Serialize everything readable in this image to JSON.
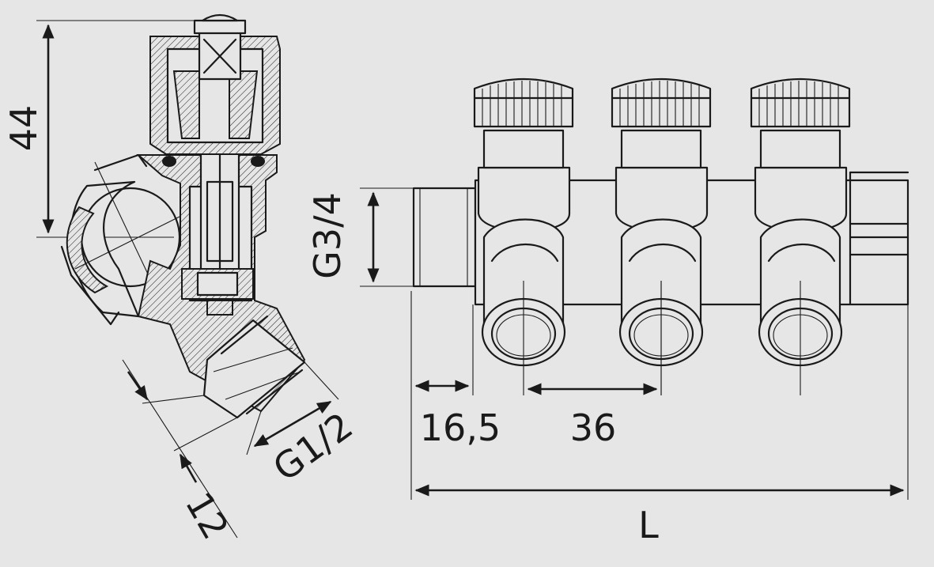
{
  "labels": {
    "height": "44",
    "inlet_thread": "G3/4",
    "outlet_thread": "G1/2",
    "thread_length": "12",
    "end_offset": "16,5",
    "pitch": "36",
    "overall_length": "L"
  },
  "colors": {
    "background": "#e6e6e6",
    "ink": "#1a1a1a"
  }
}
